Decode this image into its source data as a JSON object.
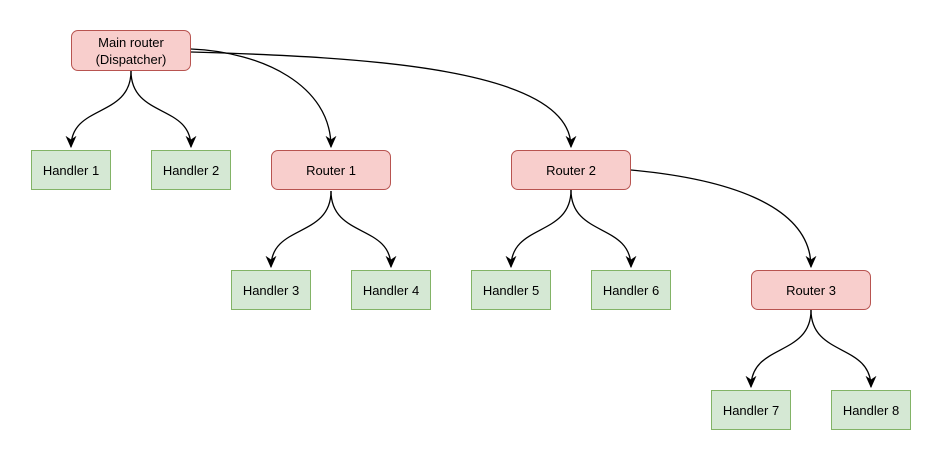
{
  "diagram": {
    "type": "flowchart-tree",
    "background": "#ffffff",
    "colors": {
      "router_fill": "#f8cecc",
      "router_border": "#b85450",
      "handler_fill": "#d5e8d4",
      "handler_border": "#82b366",
      "edge": "#000000",
      "text": "#000000"
    },
    "nodes": {
      "main": {
        "label": "Main router\n(Dispatcher)",
        "type": "router"
      },
      "handler1": {
        "label": "Handler 1",
        "type": "handler"
      },
      "handler2": {
        "label": "Handler 2",
        "type": "handler"
      },
      "router1": {
        "label": "Router 1",
        "type": "router"
      },
      "router2": {
        "label": "Router 2",
        "type": "router"
      },
      "handler3": {
        "label": "Handler 3",
        "type": "handler"
      },
      "handler4": {
        "label": "Handler 4",
        "type": "handler"
      },
      "handler5": {
        "label": "Handler 5",
        "type": "handler"
      },
      "handler6": {
        "label": "Handler 6",
        "type": "handler"
      },
      "router3": {
        "label": "Router 3",
        "type": "router"
      },
      "handler7": {
        "label": "Handler 7",
        "type": "handler"
      },
      "handler8": {
        "label": "Handler 8",
        "type": "handler"
      }
    },
    "edges": [
      {
        "from": "main",
        "to": "handler1"
      },
      {
        "from": "main",
        "to": "handler2"
      },
      {
        "from": "main",
        "to": "router1"
      },
      {
        "from": "main",
        "to": "router2"
      },
      {
        "from": "router1",
        "to": "handler3"
      },
      {
        "from": "router1",
        "to": "handler4"
      },
      {
        "from": "router2",
        "to": "handler5"
      },
      {
        "from": "router2",
        "to": "handler6"
      },
      {
        "from": "router2",
        "to": "router3"
      },
      {
        "from": "router3",
        "to": "handler7"
      },
      {
        "from": "router3",
        "to": "handler8"
      }
    ]
  }
}
